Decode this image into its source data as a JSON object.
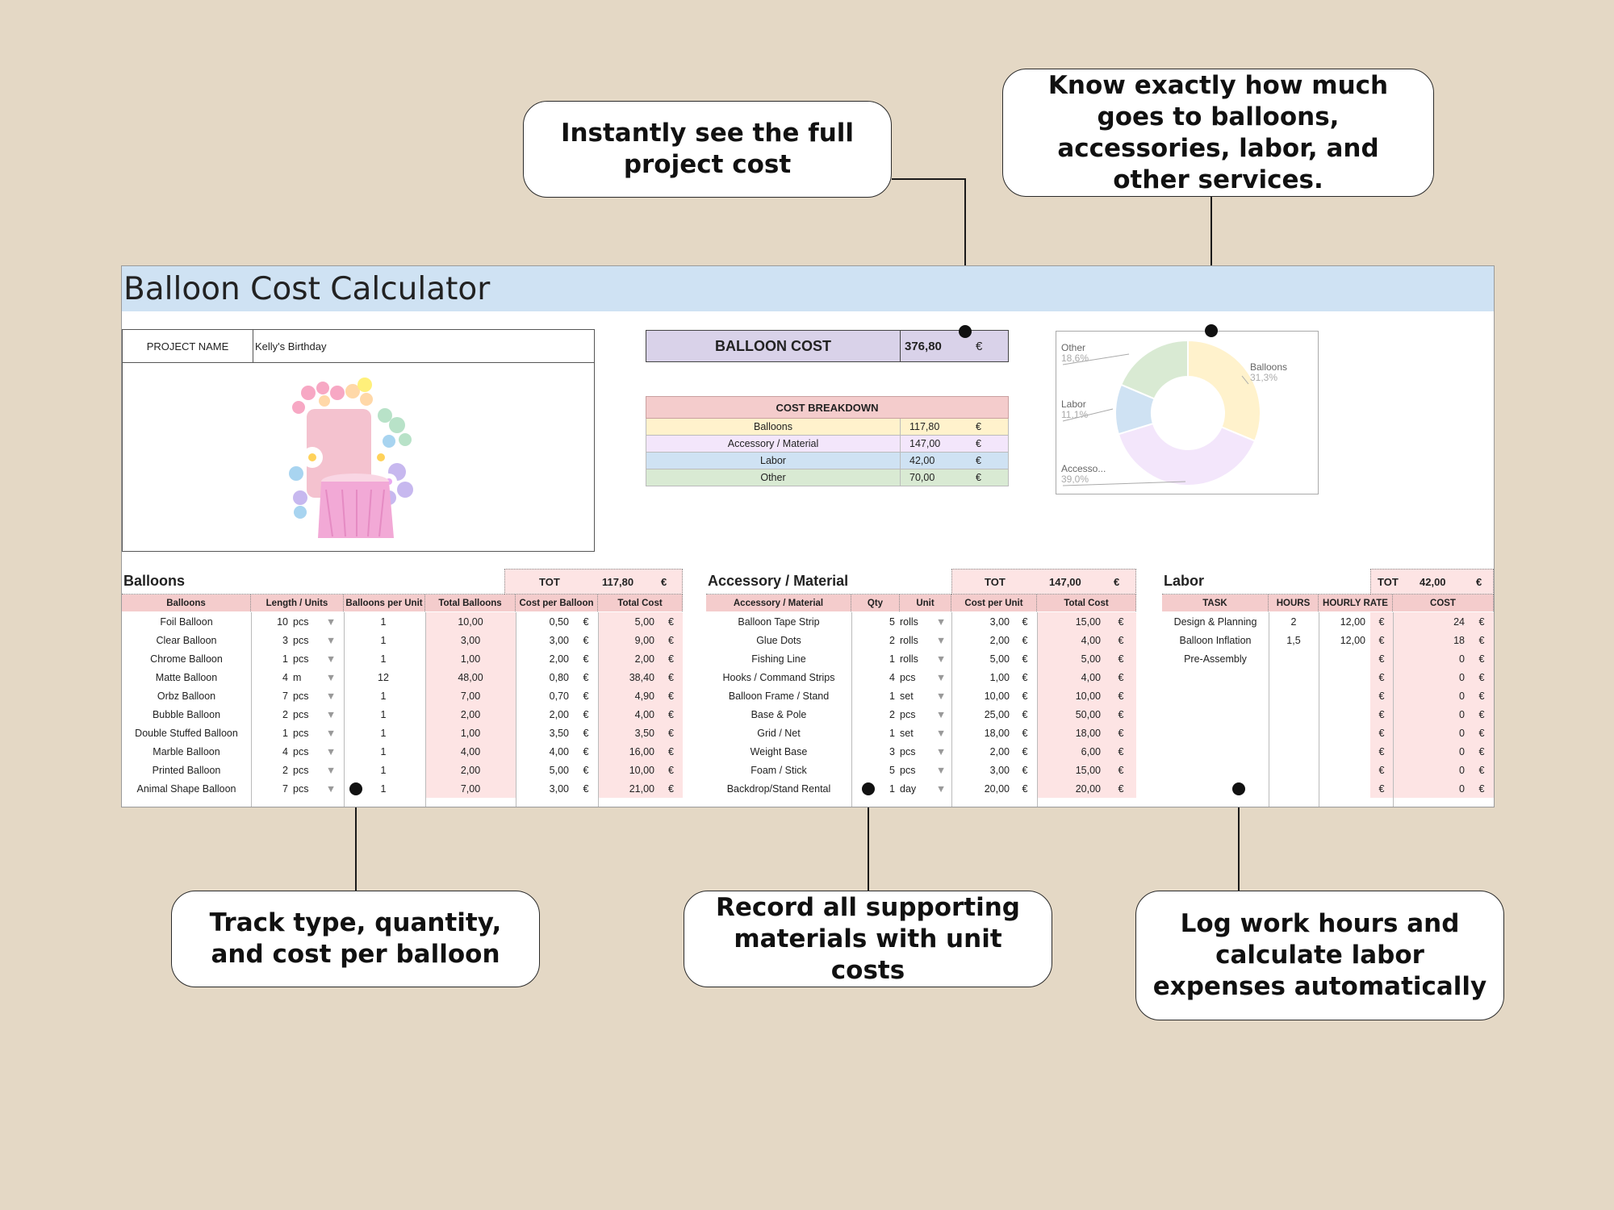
{
  "callouts": {
    "project_cost": "Instantly see the full project cost",
    "breakdown": "Know exactly how much goes to balloons, accessories, labor, and other services.",
    "balloons": "Track type, quantity, and cost per balloon",
    "materials": "Record all supporting materials with unit costs",
    "labor": "Log work hours and calculate labor expenses automatically"
  },
  "sheet": {
    "title": "Balloon Cost Calculator",
    "project_label": "PROJECT NAME",
    "project_value": "Kelly's Birthday",
    "balloon_cost_label": "BALLOON COST",
    "balloon_cost_value": "376,80",
    "currency": "€",
    "breakdown_title": "COST BREAKDOWN",
    "breakdown": [
      {
        "name": "Balloons",
        "value": "117,80",
        "color": "#fff2cc"
      },
      {
        "name": "Accessory / Material",
        "value": "147,00",
        "color": "#f3e6fb"
      },
      {
        "name": "Labor",
        "value": "42,00",
        "color": "#cfe2f3"
      },
      {
        "name": "Other",
        "value": "70,00",
        "color": "#d9ead3"
      }
    ]
  },
  "chart_data": {
    "type": "pie",
    "donut": true,
    "slices": [
      {
        "label": "Balloons",
        "pct": "31,3%",
        "value": 31.3,
        "color": "#fff2cc"
      },
      {
        "label": "Accesso...",
        "pct": "39,0%",
        "value": 39.0,
        "color": "#f3e6fb"
      },
      {
        "label": "Labor",
        "pct": "11,1%",
        "value": 11.1,
        "color": "#cfe2f3"
      },
      {
        "label": "Other",
        "pct": "18,6%",
        "value": 18.6,
        "color": "#d9ead3"
      }
    ]
  },
  "balloons": {
    "title": "Balloons",
    "tot_label": "TOT",
    "tot_value": "117,80",
    "headers": [
      "Balloons",
      "Length / Units",
      "Balloons per Unit",
      "Total Balloons",
      "Cost per Balloon",
      "Total Cost"
    ],
    "rows": [
      [
        "Foil Balloon",
        "10",
        "pcs",
        "1",
        "10,00",
        "0,50",
        "5,00"
      ],
      [
        "Clear Balloon",
        "3",
        "pcs",
        "1",
        "3,00",
        "3,00",
        "9,00"
      ],
      [
        "Chrome Balloon",
        "1",
        "pcs",
        "1",
        "1,00",
        "2,00",
        "2,00"
      ],
      [
        "Matte Balloon",
        "4",
        "m",
        "12",
        "48,00",
        "0,80",
        "38,40"
      ],
      [
        "Orbz Balloon",
        "7",
        "pcs",
        "1",
        "7,00",
        "0,70",
        "4,90"
      ],
      [
        "Bubble Balloon",
        "2",
        "pcs",
        "1",
        "2,00",
        "2,00",
        "4,00"
      ],
      [
        "Double Stuffed Balloon",
        "1",
        "pcs",
        "1",
        "1,00",
        "3,50",
        "3,50"
      ],
      [
        "Marble Balloon",
        "4",
        "pcs",
        "1",
        "4,00",
        "4,00",
        "16,00"
      ],
      [
        "Printed Balloon",
        "2",
        "pcs",
        "1",
        "2,00",
        "5,00",
        "10,00"
      ],
      [
        "Animal Shape Balloon",
        "7",
        "pcs",
        "1",
        "7,00",
        "3,00",
        "21,00"
      ]
    ]
  },
  "materials": {
    "title": "Accessory / Material",
    "tot_label": "TOT",
    "tot_value": "147,00",
    "headers": [
      "Accessory / Material",
      "Qty",
      "Unit",
      "Cost per Unit",
      "Total Cost"
    ],
    "rows": [
      [
        "Balloon Tape Strip",
        "5",
        "rolls",
        "3,00",
        "15,00"
      ],
      [
        "Glue Dots",
        "2",
        "rolls",
        "2,00",
        "4,00"
      ],
      [
        "Fishing Line",
        "1",
        "rolls",
        "5,00",
        "5,00"
      ],
      [
        "Hooks / Command Strips",
        "4",
        "pcs",
        "1,00",
        "4,00"
      ],
      [
        "Balloon Frame / Stand",
        "1",
        "set",
        "10,00",
        "10,00"
      ],
      [
        "Base & Pole",
        "2",
        "pcs",
        "25,00",
        "50,00"
      ],
      [
        "Grid / Net",
        "1",
        "set",
        "18,00",
        "18,00"
      ],
      [
        "Weight Base",
        "3",
        "pcs",
        "2,00",
        "6,00"
      ],
      [
        "Foam / Stick",
        "5",
        "pcs",
        "3,00",
        "15,00"
      ],
      [
        "Backdrop/Stand Rental",
        "1",
        "day",
        "20,00",
        "20,00"
      ]
    ]
  },
  "labor": {
    "title": "Labor",
    "tot_label": "TOT",
    "tot_value": "42,00",
    "headers": [
      "TASK",
      "HOURS",
      "HOURLY RATE",
      "COST"
    ],
    "rows": [
      [
        "Design & Planning",
        "2",
        "12,00",
        "24"
      ],
      [
        "Balloon Inflation",
        "1,5",
        "12,00",
        "18"
      ],
      [
        "Pre-Assembly",
        "",
        "",
        "0"
      ],
      [
        "",
        "",
        "",
        "0"
      ],
      [
        "",
        "",
        "",
        "0"
      ],
      [
        "",
        "",
        "",
        "0"
      ],
      [
        "",
        "",
        "",
        "0"
      ],
      [
        "",
        "",
        "",
        "0"
      ],
      [
        "",
        "",
        "",
        "0"
      ],
      [
        "",
        "",
        "",
        "0"
      ]
    ]
  }
}
